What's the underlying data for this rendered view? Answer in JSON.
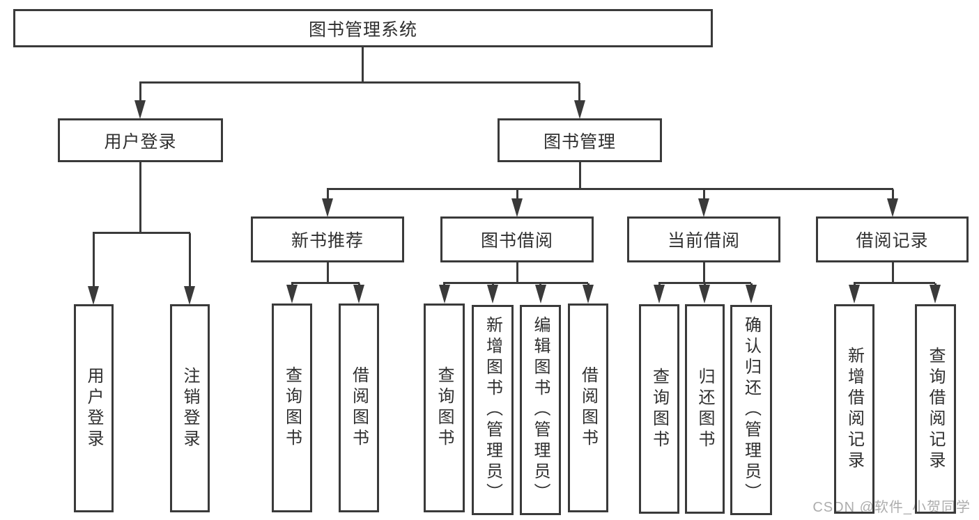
{
  "diagram": {
    "root": {
      "label": "图书管理系统"
    },
    "level2": {
      "user_login": {
        "label": "用户登录"
      },
      "book_management": {
        "label": "图书管理"
      }
    },
    "level3": {
      "new_book_recommend": {
        "label": "新书推荐"
      },
      "book_borrowing": {
        "label": "图书借阅"
      },
      "current_borrowing": {
        "label": "当前借阅"
      },
      "borrowing_records": {
        "label": "借阅记录"
      }
    },
    "leaves": {
      "user_login": {
        "label": "用户登录"
      },
      "logout": {
        "label": "注销登录"
      },
      "query_books_recommend": {
        "label": "查询图书"
      },
      "borrow_books_recommend": {
        "label": "借阅图书"
      },
      "query_books_borrowing": {
        "label": "查询图书"
      },
      "add_books_admin": {
        "label": "新增图书（管理员）"
      },
      "edit_books_admin": {
        "label": "编辑图书（管理员）"
      },
      "borrow_books_borrowing": {
        "label": "借阅图书"
      },
      "query_books_current": {
        "label": "查询图书"
      },
      "return_books": {
        "label": "归还图书"
      },
      "confirm_return_admin": {
        "label": "确认归还（管理员）"
      },
      "add_borrow_record": {
        "label": "新增借阅记录"
      },
      "query_borrow_record": {
        "label": "查询借阅记录"
      }
    }
  },
  "watermark": {
    "text": "CSDN @软件_小贺同学"
  },
  "colors": {
    "line": "#3a3a3a",
    "text": "#2f2f2f",
    "watermark": "#adadad",
    "background": "#ffffff"
  }
}
